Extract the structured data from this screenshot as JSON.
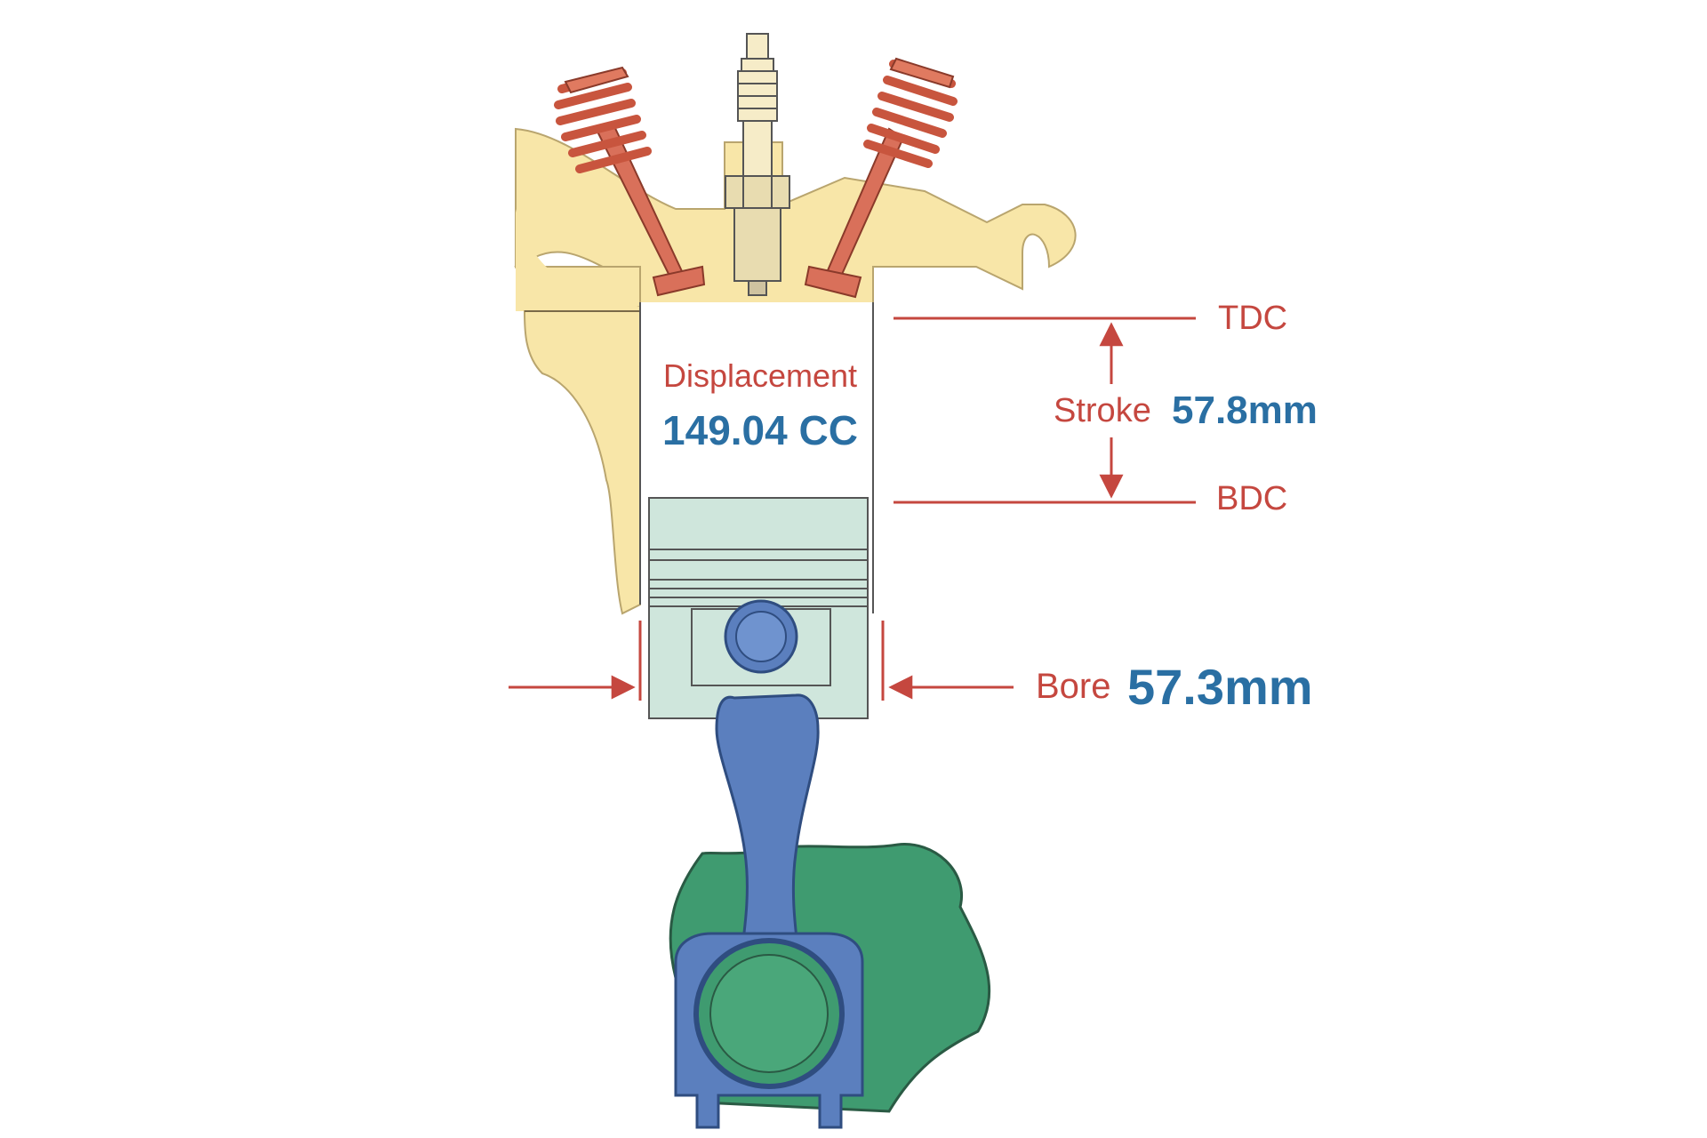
{
  "labels": {
    "displacement_title": "Displacement",
    "displacement_value": "149.04 CC",
    "tdc": "TDC",
    "bdc": "BDC",
    "stroke_label": "Stroke",
    "stroke_value": "57.8mm",
    "bore_label": "Bore",
    "bore_value": "57.3mm"
  },
  "colors": {
    "annotation_red": "#c5473f",
    "value_blue": "#2a6fa3",
    "cylinder_head_yellow": "#f8e6a8",
    "spring_orange": "#d9705a",
    "piston_green": "#cfe6dc",
    "connecting_rod_blue": "#5b7fbe",
    "crankcase_green": "#3f9b70"
  }
}
